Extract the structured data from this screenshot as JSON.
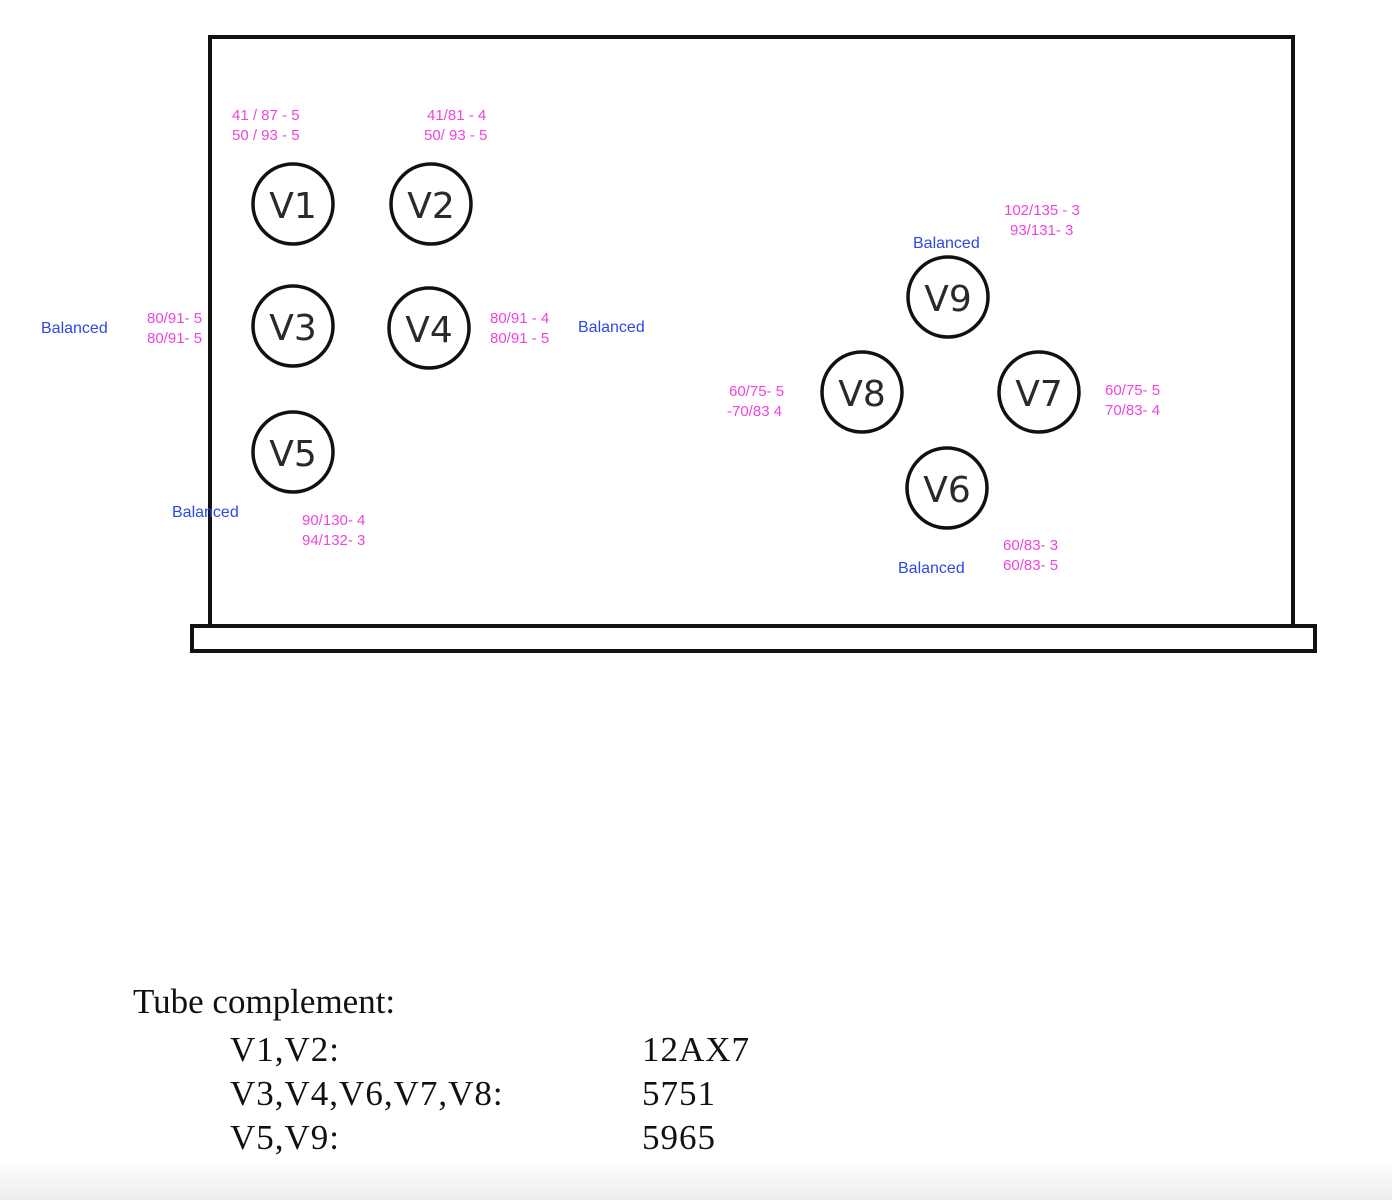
{
  "colors": {
    "reading": "#ee44dd",
    "balanced": "#2b48e6",
    "outline": "#111111"
  },
  "tubes": [
    {
      "id": "v1",
      "label": "V1",
      "readings": [
        "41 / 87 - 5",
        "50 / 93 - 5"
      ]
    },
    {
      "id": "v2",
      "label": "V2",
      "readings": [
        "41/81 - 4",
        "50/ 93 - 5"
      ]
    },
    {
      "id": "v3",
      "label": "V3",
      "readings": [
        "80/91- 5",
        "80/91- 5"
      ],
      "status": "Balanced"
    },
    {
      "id": "v4",
      "label": "V4",
      "readings": [
        "80/91 - 4",
        "80/91 - 5"
      ],
      "status": "Balanced"
    },
    {
      "id": "v5",
      "label": "V5",
      "readings": [
        "90/130- 4",
        "94/132- 3"
      ],
      "status": "Balanced"
    },
    {
      "id": "v6",
      "label": "V6",
      "readings": [
        "60/83- 3",
        "60/83- 5"
      ],
      "status": "Balanced"
    },
    {
      "id": "v7",
      "label": "V7",
      "readings": [
        "60/75- 5",
        "70/83- 4"
      ]
    },
    {
      "id": "v8",
      "label": "V8",
      "readings": [
        "60/75- 5",
        "-70/83  4"
      ]
    },
    {
      "id": "v9",
      "label": "V9",
      "readings": [
        "102/135 - 3",
        "93/131- 3"
      ],
      "status": "Balanced"
    }
  ],
  "complement": {
    "title": "Tube complement:",
    "rows": [
      {
        "tubes": "V1,V2:",
        "type": "12AX7"
      },
      {
        "tubes": "V3,V4,V6,V7,V8:",
        "type": "5751"
      },
      {
        "tubes": "V5,V9:",
        "type": "5965"
      }
    ]
  }
}
